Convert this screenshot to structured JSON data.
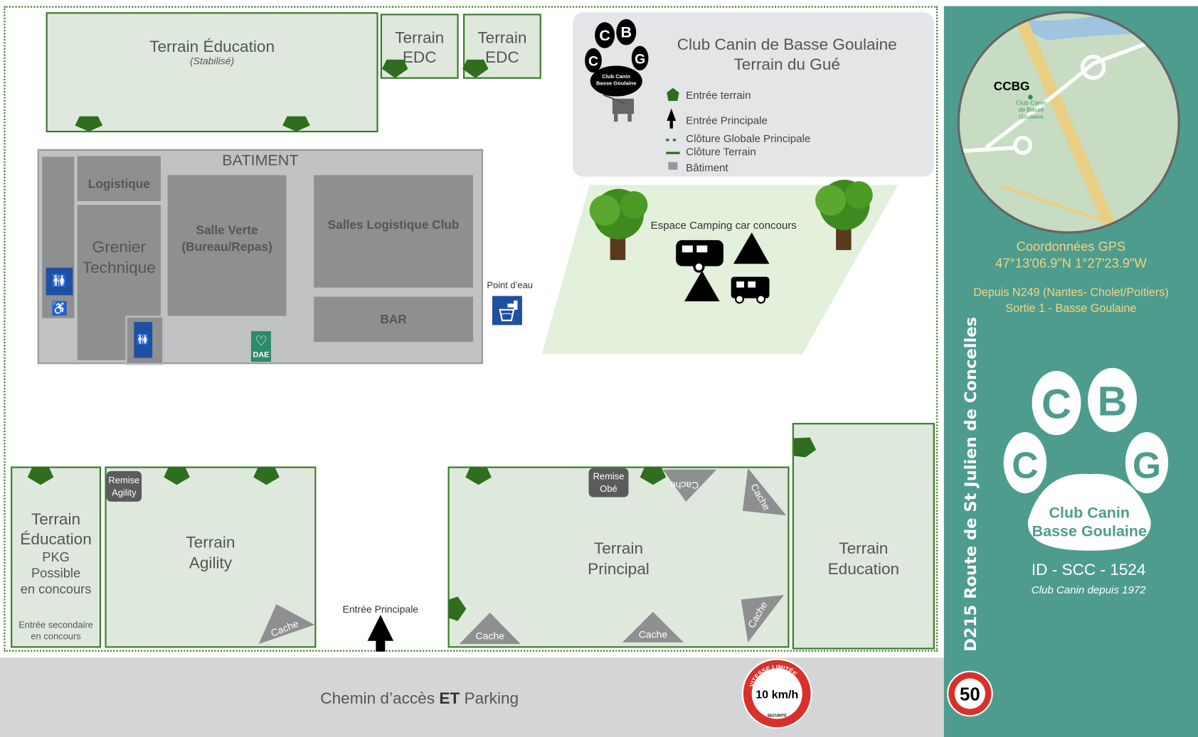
{
  "fields": {
    "education_top": {
      "title": "Terrain Éducation",
      "subtitle": "(Stabilisé)"
    },
    "edc1": {
      "line1": "Terrain",
      "line2": "EDC"
    },
    "edc2": {
      "line1": "Terrain",
      "line2": "EDC"
    },
    "education_left": {
      "lines": [
        "Terrain",
        "Éducation",
        "PKG",
        "Possible",
        "en concours"
      ],
      "note1": "Entrée secondaire",
      "note2": "en concours"
    },
    "agility": {
      "line1": "Terrain",
      "line2": "Agility",
      "shed1": "Remise",
      "shed2": "Agility"
    },
    "principal": {
      "line1": "Terrain",
      "line2": "Principal",
      "shed1": "Remise",
      "shed2": "Obé"
    },
    "education_right": {
      "line1": "Terrain",
      "line2": "Education"
    },
    "cache_label": "Cache"
  },
  "building": {
    "title": "BATIMENT",
    "logistique": "Logistique",
    "grenier1": "Grenier",
    "grenier2": "Technique",
    "salle_verte1": "Salle Verte",
    "salle_verte2": "(Bureau/Repas)",
    "salles_logistique": "Salles Logistique Club",
    "bar": "BAR",
    "dae": "DAE"
  },
  "water_point": "Point d’eau",
  "legend": {
    "title1": "Club Canin de Basse Goulaine",
    "title2": "Terrain du Gué",
    "logo_text1": "Club Canin",
    "logo_text2": "Basse Goulaine",
    "items": [
      "Entrée terrain",
      "Entrée Principale",
      "Clôture Globale Principale",
      "Clôture Terrain",
      "Bâtiment"
    ]
  },
  "camping": {
    "label": "Espace Camping car concours"
  },
  "main_entrance": "Entrée Principale",
  "road": {
    "pre": "Chemin d’accès ",
    "bold": "ET",
    "post": " Parking"
  },
  "speed_sign": {
    "top": "VITESSE LIMITÉE",
    "value": "10 km/h",
    "bottom": "SECURITE"
  },
  "side_panel": {
    "map_label": "CCBG",
    "map_pin_label": "Club Canin de Basse Goulaine",
    "gps_title": "Coordonnées GPS",
    "gps_coords": "47°13'06.9\"N 1°27'23.9\"W",
    "directions1": "Depuis N249  (Nantes- Cholet/Poitiers)",
    "directions2": "Sortie 1 - Basse Goulaine",
    "road_name": "D215 Route de St Julien de Concelles",
    "logo_letters": [
      "C",
      "B",
      "C",
      "G"
    ],
    "logo_text1": "Club Canin",
    "logo_text2": "Basse Goulaine",
    "club_id": "ID - SCC - 1524",
    "since": "Club Canin depuis 1972",
    "speed_limit": "50"
  },
  "colors": {
    "field_border": "#3a7a2a",
    "entry": "#2f6e1f",
    "panel": "#4e9c8d",
    "gold": "#f0d58a",
    "building": "#8e8f91"
  }
}
